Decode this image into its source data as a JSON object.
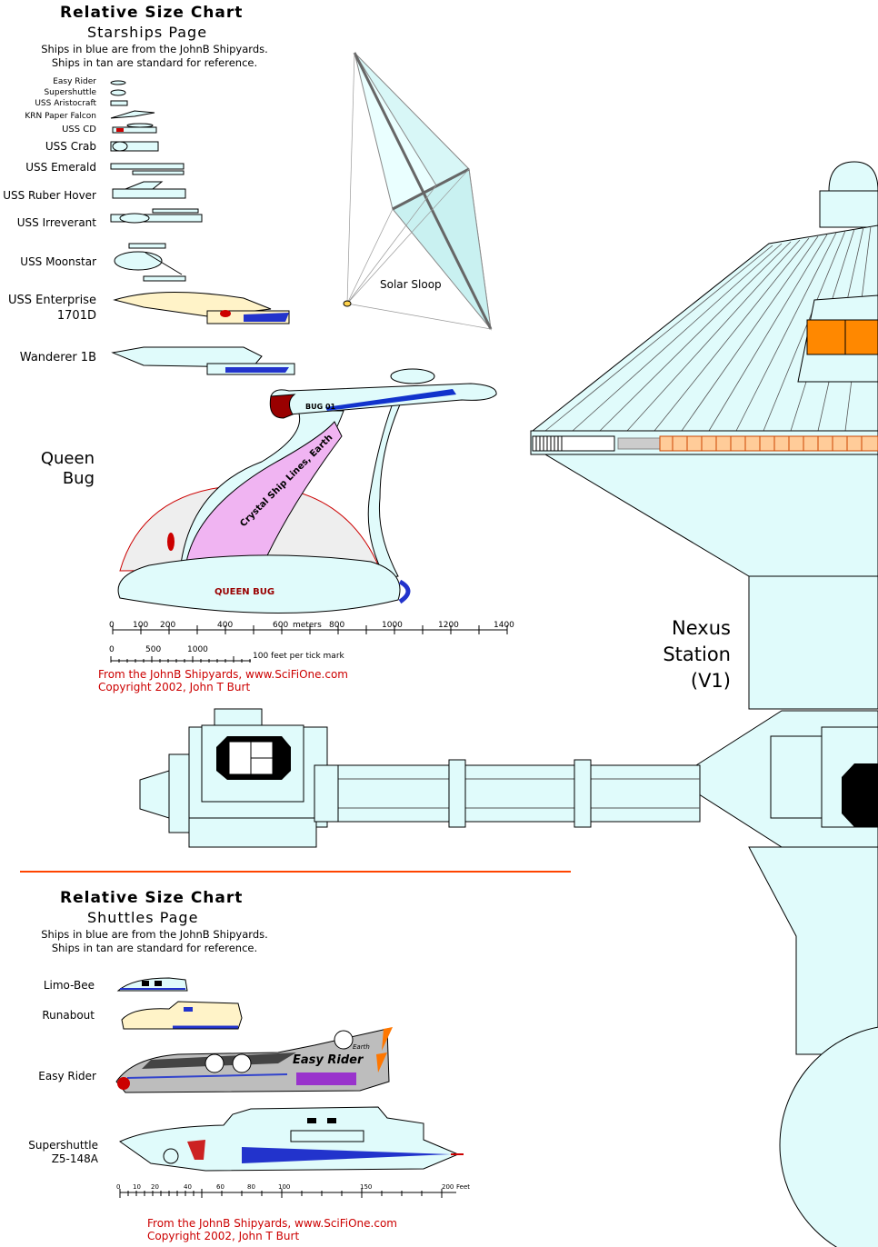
{
  "starships": {
    "title": "Relative Size Chart",
    "subtitle": "Starships Page",
    "note1": "Ships in blue are from the JohnB Shipyards.",
    "note2": "Ships in tan are standard for reference.",
    "ships": [
      "Easy Rider",
      "Supershuttle",
      "USS Aristocraft",
      "KRN Paper Falcon",
      "USS CD",
      "USS Crab",
      "USS Emerald",
      "USS Ruber Hover",
      "USS Irreverant",
      "USS Moonstar",
      "USS Enterprise",
      "1701D",
      "Wanderer 1B"
    ],
    "solar_sloop": "Solar Sloop",
    "queen_bug_line1": "Queen",
    "queen_bug_line2": "Bug",
    "bug_tag": "BUG 01",
    "bug_hull_text": "Crystal Ship Lines, Earth",
    "bug_name": "QUEEN BUG",
    "meters_unit": "meters",
    "meter_ticks": [
      "0",
      "100",
      "200",
      "400",
      "600",
      "800",
      "1000",
      "1200",
      "1400"
    ],
    "feet_ticks": [
      "0",
      "500",
      "1000"
    ],
    "feet_note": "100 feet per tick mark",
    "credit1": "From the JohnB Shipyards, www.SciFiOne.com",
    "credit2": "Copyright 2002, John T Burt"
  },
  "nexus": {
    "line1": "Nexus",
    "line2": "Station",
    "line3": "(V1)"
  },
  "shuttles": {
    "title": "Relative Size Chart",
    "subtitle": "Shuttles Page",
    "note1": "Ships in blue are from the JohnB Shipyards.",
    "note2": "Ships in tan are standard for reference.",
    "ships": [
      "Limo-Bee",
      "Runabout",
      "Easy Rider",
      "Supershuttle",
      "Z5-148A"
    ],
    "easy_rider_logo": "Easy Rider",
    "earth_text": "Earth",
    "ticks": [
      "0",
      "10",
      "20",
      "40",
      "60",
      "80",
      "100",
      "150",
      "200"
    ],
    "feet_unit": "Feet",
    "credit1": "From the JohnB Shipyards, www.SciFiOne.com",
    "credit2": "Copyright 2002, John T Burt"
  },
  "colors": {
    "ship_blue": "#e0fbfb",
    "ship_tan": "#fff3c8",
    "accent_orange": "#ff8800",
    "divider": "#ff4400",
    "credit_red": "#cc0000"
  }
}
